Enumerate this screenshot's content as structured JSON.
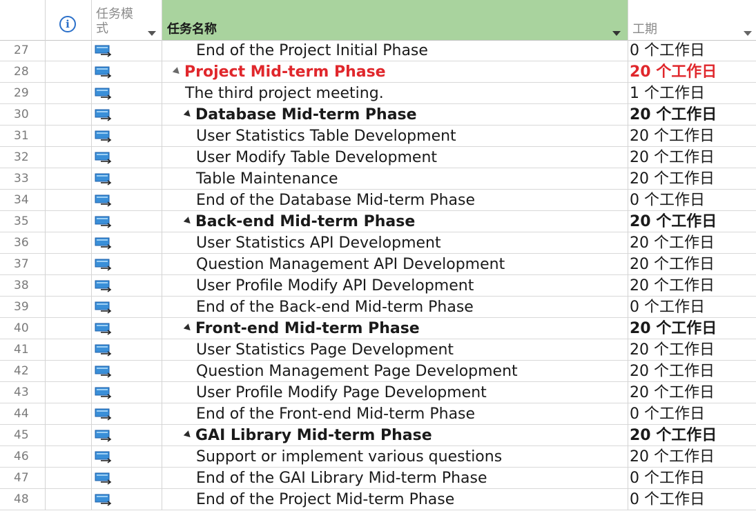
{
  "header": {
    "info_symbol": "i",
    "mode_label": "任务模式",
    "name_label": "任务名称",
    "duration_label": "工期",
    "name_header_color": "#a9d39e"
  },
  "colors": {
    "summary_top": "#e0272c",
    "icon_blue": "#2a6fc9"
  },
  "rows": [
    {
      "id": "27",
      "name": "End of the Project Initial Phase",
      "duration": "0 个工作日",
      "level": 3,
      "type": "task",
      "icon": "auto-schedule-icon"
    },
    {
      "id": "28",
      "name": "Project Mid-term Phase",
      "duration": "20 个工作日",
      "level": 1,
      "type": "summary-top",
      "icon": "auto-schedule-icon"
    },
    {
      "id": "29",
      "name": "The third project meeting.",
      "duration": "1 个工作日",
      "level": 2,
      "type": "task",
      "icon": "auto-schedule-icon"
    },
    {
      "id": "30",
      "name": "Database Mid-term Phase",
      "duration": "20 个工作日",
      "level": 2,
      "type": "summary",
      "icon": "auto-schedule-icon"
    },
    {
      "id": "31",
      "name": "User Statistics Table Development",
      "duration": "20 个工作日",
      "level": 3,
      "type": "task",
      "icon": "auto-schedule-icon"
    },
    {
      "id": "32",
      "name": "User Modify Table Development",
      "duration": "20 个工作日",
      "level": 3,
      "type": "task",
      "icon": "auto-schedule-icon"
    },
    {
      "id": "33",
      "name": "Table Maintenance",
      "duration": "20 个工作日",
      "level": 3,
      "type": "task",
      "icon": "auto-schedule-icon"
    },
    {
      "id": "34",
      "name": "End of the Database Mid-term Phase",
      "duration": "0 个工作日",
      "level": 3,
      "type": "task",
      "icon": "auto-schedule-icon"
    },
    {
      "id": "35",
      "name": "Back-end Mid-term Phase",
      "duration": "20 个工作日",
      "level": 2,
      "type": "summary",
      "icon": "auto-schedule-icon"
    },
    {
      "id": "36",
      "name": "User Statistics API Development",
      "duration": "20 个工作日",
      "level": 3,
      "type": "task",
      "icon": "auto-schedule-icon"
    },
    {
      "id": "37",
      "name": "Question Management API Development",
      "duration": "20 个工作日",
      "level": 3,
      "type": "task",
      "icon": "auto-schedule-icon"
    },
    {
      "id": "38",
      "name": "User Profile Modify API Development",
      "duration": "20 个工作日",
      "level": 3,
      "type": "task",
      "icon": "auto-schedule-icon"
    },
    {
      "id": "39",
      "name": "End of the Back-end Mid-term Phase",
      "duration": "0 个工作日",
      "level": 3,
      "type": "task",
      "icon": "auto-schedule-icon"
    },
    {
      "id": "40",
      "name": "Front-end Mid-term Phase",
      "duration": "20 个工作日",
      "level": 2,
      "type": "summary",
      "icon": "auto-schedule-icon"
    },
    {
      "id": "41",
      "name": "User Statistics Page Development",
      "duration": "20 个工作日",
      "level": 3,
      "type": "task",
      "icon": "auto-schedule-icon"
    },
    {
      "id": "42",
      "name": "Question Management Page Development",
      "duration": "20 个工作日",
      "level": 3,
      "type": "task",
      "icon": "auto-schedule-icon"
    },
    {
      "id": "43",
      "name": "User Profile Modify Page Development",
      "duration": "20 个工作日",
      "level": 3,
      "type": "task",
      "icon": "auto-schedule-icon"
    },
    {
      "id": "44",
      "name": "End of the Front-end Mid-term Phase",
      "duration": "0 个工作日",
      "level": 3,
      "type": "task",
      "icon": "auto-schedule-icon"
    },
    {
      "id": "45",
      "name": "GAI Library Mid-term Phase",
      "duration": "20 个工作日",
      "level": 2,
      "type": "summary",
      "icon": "auto-schedule-icon"
    },
    {
      "id": "46",
      "name": "Support or implement various questions",
      "duration": "20 个工作日",
      "level": 3,
      "type": "task",
      "icon": "auto-schedule-icon"
    },
    {
      "id": "47",
      "name": "End of the GAI Library Mid-term Phase",
      "duration": "0 个工作日",
      "level": 3,
      "type": "task",
      "icon": "auto-schedule-icon"
    },
    {
      "id": "48",
      "name": "End of the Project Mid-term Phase",
      "duration": "0 个工作日",
      "level": 3,
      "type": "task",
      "icon": "auto-schedule-icon"
    }
  ]
}
